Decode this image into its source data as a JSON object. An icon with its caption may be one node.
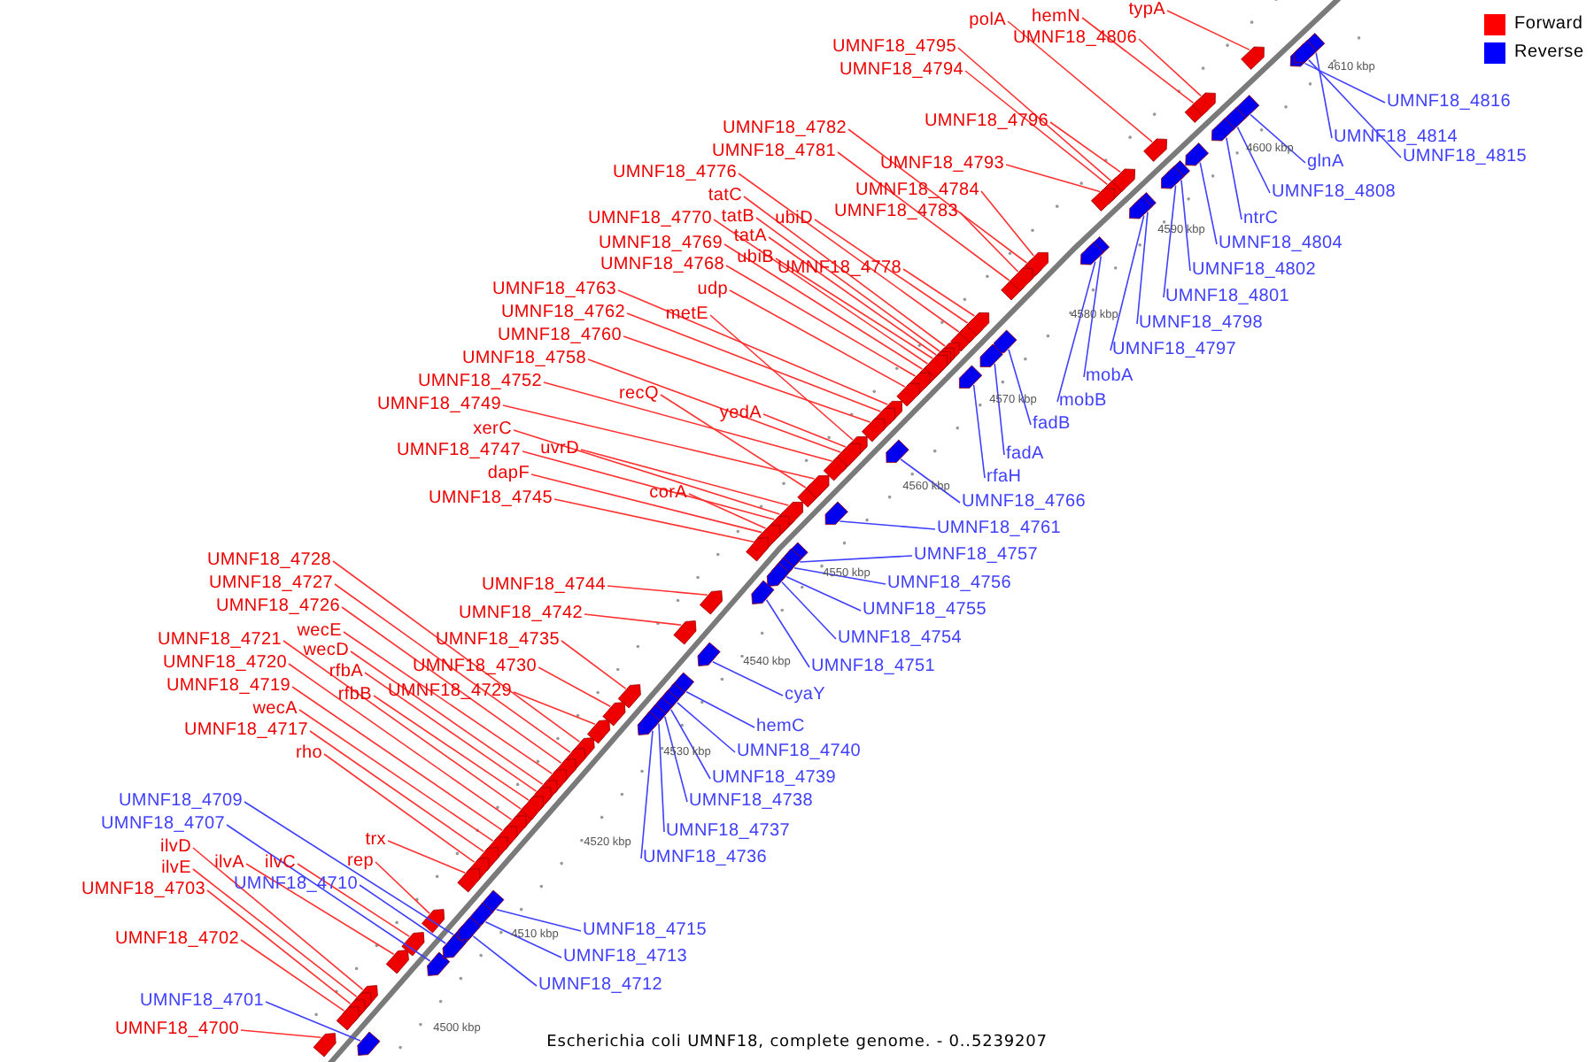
{
  "diagram": {
    "caption": "Escherichia coli UMNF18, complete genome. - 0..5239207",
    "nodes": [
      {
        "text": [
          "typA"
        ]
      },
      {
        "text": [
          "hemN"
        ]
      },
      {
        "text": [
          "polA"
        ]
      },
      {
        "text": [
          "UMNF18_4806"
        ]
      },
      {
        "text": [
          "UMNF18_4795"
        ]
      },
      {
        "text": [
          "UMNF18_4794"
        ]
      },
      {
        "text": [
          "UMNF18_4816"
        ]
      },
      {
        "text": [
          "UMNF18_4796"
        ]
      },
      {
        "text": [
          "UMNF18_4782"
        ]
      },
      {
        "text": [
          "UMNF18_4814"
        ]
      },
      {
        "text": [
          "UMNF18_4781"
        ]
      },
      {
        "text": [
          "UMNF18_4815"
        ]
      },
      {
        "text": [
          "glnA"
        ]
      },
      {
        "text": [
          "UMNF18_4793"
        ]
      },
      {
        "text": [
          "UMNF18_4776"
        ]
      },
      {
        "text": [
          "UMNF18_4784"
        ]
      },
      {
        "text": [
          "UMNF18_4808"
        ]
      },
      {
        "text": [
          "tatC"
        ]
      },
      {
        "text": [
          "UMNF18_4783"
        ]
      },
      {
        "text": [
          "tatB"
        ]
      },
      {
        "text": [
          "UMNF18_4770"
        ]
      },
      {
        "text": [
          "ubiD"
        ]
      },
      {
        "text": [
          "ntrC"
        ]
      },
      {
        "text": [
          "tatA"
        ]
      },
      {
        "text": [
          "UMNF18_4769"
        ]
      },
      {
        "text": [
          "UMNF18_4804"
        ]
      },
      {
        "text": [
          "ubiB"
        ]
      },
      {
        "text": [
          "UMNF18_4768"
        ]
      },
      {
        "text": [
          "UMNF18_4778"
        ]
      },
      {
        "text": [
          "UMNF18_4802"
        ]
      },
      {
        "text": [
          "UMNF18_4763"
        ]
      },
      {
        "text": [
          "udp"
        ]
      },
      {
        "text": [
          "UMNF18_4801"
        ]
      },
      {
        "text": [
          "UMNF18_4762"
        ]
      },
      {
        "text": [
          "metE"
        ]
      },
      {
        "text": [
          "UMNF18_4798"
        ]
      },
      {
        "text": [
          "UMNF18_4760"
        ]
      },
      {
        "text": [
          "UMNF18_4797"
        ]
      },
      {
        "text": [
          "UMNF18_4758"
        ]
      },
      {
        "text": [
          "mobA"
        ]
      },
      {
        "text": [
          "UMNF18_4752"
        ]
      },
      {
        "text": [
          "recQ"
        ]
      },
      {
        "text": [
          "mobB"
        ]
      },
      {
        "text": [
          "UMNF18_4749"
        ]
      },
      {
        "text": [
          "yedA"
        ]
      },
      {
        "text": [
          "fadB"
        ]
      },
      {
        "text": [
          "xerC"
        ]
      },
      {
        "text": [
          "uvrD"
        ]
      },
      {
        "text": [
          "UMNF18_4747"
        ]
      },
      {
        "text": [
          "fadA"
        ]
      },
      {
        "text": [
          "dapF"
        ]
      },
      {
        "text": [
          "rfaH"
        ]
      },
      {
        "text": [
          "corA"
        ]
      },
      {
        "text": [
          "UMNF18_4745"
        ]
      },
      {
        "text": [
          "UMNF18_4766"
        ]
      },
      {
        "text": [
          "UMNF18_4761"
        ]
      },
      {
        "text": [
          "UMNF18_4757"
        ]
      },
      {
        "text": [
          "UMNF18_4728"
        ]
      },
      {
        "text": [
          "UMNF18_4727"
        ]
      },
      {
        "text": [
          "UMNF18_4756"
        ]
      },
      {
        "text": [
          "UMNF18_4744"
        ]
      },
      {
        "text": [
          "UMNF18_4726"
        ]
      },
      {
        "text": [
          "UMNF18_4755"
        ]
      },
      {
        "text": [
          "UMNF18_4742"
        ]
      },
      {
        "text": [
          "wecE"
        ]
      },
      {
        "text": [
          "UMNF18_4754"
        ]
      },
      {
        "text": [
          "UMNF18_4721"
        ]
      },
      {
        "text": [
          "UMNF18_4735"
        ]
      },
      {
        "text": [
          "wecD"
        ]
      },
      {
        "text": [
          "UMNF18_4720"
        ]
      },
      {
        "text": [
          "UMNF18_4730"
        ]
      },
      {
        "text": [
          "UMNF18_4751"
        ]
      },
      {
        "text": [
          "rfbA"
        ]
      },
      {
        "text": [
          "UMNF18_4719"
        ]
      },
      {
        "text": [
          "UMNF18_4729"
        ]
      },
      {
        "text": [
          "rfbB"
        ]
      },
      {
        "text": [
          "cyaY"
        ]
      },
      {
        "text": [
          "wecA"
        ]
      },
      {
        "text": [
          "hemC"
        ]
      },
      {
        "text": [
          "UMNF18_4717"
        ]
      },
      {
        "text": [
          "UMNF18_4740"
        ]
      },
      {
        "text": [
          "rho"
        ]
      },
      {
        "text": [
          "UMNF18_4739"
        ]
      },
      {
        "text": [
          "UMNF18_4709"
        ]
      },
      {
        "text": [
          "UMNF18_4738"
        ]
      },
      {
        "text": [
          "UMNF18_4707"
        ]
      },
      {
        "text": [
          "UMNF18_4737"
        ]
      },
      {
        "text": [
          "trx"
        ]
      },
      {
        "text": [
          "ilvD"
        ]
      },
      {
        "text": [
          "UMNF18_4736"
        ]
      },
      {
        "text": [
          "rep"
        ]
      },
      {
        "text": [
          "ilvA"
        ]
      },
      {
        "text": [
          "ilvC"
        ]
      },
      {
        "text": [
          "ilvE"
        ]
      },
      {
        "text": [
          "UMNF18_4710"
        ]
      },
      {
        "text": [
          "UMNF18_4703"
        ]
      },
      {
        "text": [
          "UMNF18_4715"
        ]
      },
      {
        "text": [
          "UMNF18_4702"
        ]
      },
      {
        "text": [
          "UMNF18_4713"
        ]
      },
      {
        "text": [
          "UMNF18_4712"
        ]
      },
      {
        "text": [
          "UMNF18_4701"
        ]
      },
      {
        "text": [
          "UMNF18_4700"
        ]
      },
      {
        "text": [],
        "shape": "pentagon"
      },
      {
        "text": [],
        "shape": "pentagon"
      },
      {
        "text": [],
        "shape": "pentagon"
      },
      {
        "text": [],
        "shape": "pentagon"
      },
      {
        "text": [],
        "shape": "pentagon"
      },
      {
        "text": [],
        "shape": "pentagon"
      },
      {
        "text": [],
        "shape": "pentagon"
      },
      {
        "text": [],
        "shape": "pentagon"
      },
      {
        "text": [],
        "shape": "pentagon"
      },
      {
        "text": [],
        "shape": "pentagon"
      },
      {
        "text": [],
        "shape": "pentagon"
      },
      {
        "text": [],
        "shape": "pentagon"
      },
      {
        "text": [],
        "shape": "pentagon"
      },
      {
        "text": [],
        "shape": "pentagon"
      },
      {
        "text": [],
        "shape": "pentagon"
      },
      {
        "text": [],
        "shape": "pentagon"
      },
      {
        "text": [],
        "shape": "pentagon"
      },
      {
        "text": [],
        "shape": "pentagon"
      },
      {
        "text": [],
        "shape": "pentagon"
      },
      {
        "text": [],
        "shape": "pentagon"
      },
      {
        "text": [],
        "shape": "pentagon"
      },
      {
        "text": [],
        "shape": "pentagon"
      },
      {
        "text": [],
        "shape": "pentagon"
      },
      {
        "text": [],
        "shape": "pentagon"
      },
      {
        "text": [],
        "shape": "pentagon"
      },
      {
        "text": [],
        "shape": "pentagon"
      },
      {
        "text": [],
        "shape": "pentagon"
      },
      {
        "text": [],
        "shape": "pentagon"
      },
      {
        "text": [],
        "shape": "pentagon"
      },
      {
        "text": [],
        "shape": "pentagon"
      },
      {
        "text": [],
        "shape": "pentagon"
      },
      {
        "text": [],
        "shape": "pentagon"
      },
      {
        "text": [],
        "shape": "pentagon"
      },
      {
        "text": [],
        "shape": "pentagon"
      },
      {
        "text": [],
        "shape": "pentagon"
      },
      {
        "text": [],
        "shape": "pentagon"
      },
      {
        "text": [],
        "shape": "pentagon"
      },
      {
        "text": [],
        "shape": "pentagon"
      },
      {
        "text": [],
        "shape": "pentagon"
      },
      {
        "text": [],
        "shape": "pentagon"
      },
      {
        "text": [],
        "shape": "pentagon"
      },
      {
        "text": [],
        "shape": "pentagon"
      },
      {
        "text": [],
        "shape": "pentagon"
      },
      {
        "text": [],
        "shape": "pentagon"
      },
      {
        "text": [],
        "shape": "pentagon"
      },
      {
        "text": [],
        "shape": "pentagon"
      },
      {
        "text": [],
        "shape": "pentagon"
      },
      {
        "text": [],
        "shape": "pentagon"
      },
      {
        "text": [],
        "shape": "pentagon"
      },
      {
        "text": [],
        "shape": "pentagon"
      },
      {
        "text": [],
        "shape": "pentagon"
      },
      {
        "text": [],
        "shape": "pentagon"
      },
      {
        "text": [],
        "shape": "pentagon"
      },
      {
        "text": [],
        "shape": "pentagon"
      },
      {
        "text": [],
        "shape": "pentagon"
      },
      {
        "text": [],
        "shape": "pentagon"
      },
      {
        "text": [],
        "shape": "pentagon"
      },
      {
        "text": [],
        "shape": "pentagon"
      },
      {
        "text": [],
        "shape": "pentagon"
      },
      {
        "text": [],
        "shape": "pentagon"
      },
      {
        "text": [],
        "shape": "pentagon"
      },
      {
        "text": [],
        "shape": "pentagon"
      },
      {
        "text": [],
        "shape": "pentagon"
      },
      {
        "text": [],
        "shape": "pentagon"
      },
      {
        "text": [],
        "shape": "pentagon"
      },
      {
        "text": [],
        "shape": "pentagon"
      },
      {
        "text": [],
        "shape": "pentagon"
      },
      {
        "text": [],
        "shape": "pentagon"
      },
      {
        "text": [],
        "shape": "pentagon"
      },
      {
        "text": [],
        "shape": "pentagon"
      },
      {
        "text": [],
        "shape": "pentagon"
      },
      {
        "text": [],
        "shape": "pentagon"
      },
      {
        "text": [],
        "shape": "pentagon"
      },
      {
        "text": [],
        "shape": "pentagon"
      },
      {
        "text": [],
        "shape": "pentagon"
      },
      {
        "text": [],
        "shape": "pentagon"
      },
      {
        "text": [],
        "shape": "pentagon"
      },
      {
        "text": [],
        "shape": "pentagon"
      },
      {
        "text": [],
        "shape": "pentagon"
      },
      {
        "text": [],
        "shape": "pentagon"
      },
      {
        "text": [],
        "shape": "pentagon"
      },
      {
        "text": [],
        "shape": "pentagon"
      },
      {
        "text": [],
        "shape": "pentagon"
      },
      {
        "text": [],
        "shape": "pentagon"
      },
      {
        "text": [],
        "shape": "pentagon"
      },
      {
        "text": [],
        "shape": "pentagon"
      },
      {
        "text": [],
        "shape": "pentagon"
      },
      {
        "text": [],
        "shape": "pentagon"
      },
      {
        "text": [],
        "shape": "pentagon"
      },
      {
        "text": [],
        "shape": "pentagon"
      },
      {
        "text": [],
        "shape": "pentagon"
      },
      {
        "text": [],
        "shape": "pentagon"
      },
      {
        "text": [],
        "shape": "pentagon"
      },
      {
        "text": [],
        "shape": "pentagon"
      },
      {
        "text": [],
        "shape": "pentagon"
      },
      {
        "text": [],
        "shape": "pentagon"
      },
      {
        "text": [],
        "shape": "pentagon"
      },
      {
        "text": [],
        "shape": "pentagon"
      },
      {
        "text": [],
        "shape": "pentagon"
      },
      {
        "text": [],
        "shape": "pentagon"
      },
      {
        "text": [],
        "shape": "pentagon"
      },
      {
        "text": [],
        "shape": "pentagon"
      }
    ],
    "edges": [
      {
        "from": 0,
        "to": 102,
        "arrow": "none"
      },
      {
        "from": 1,
        "to": 103,
        "arrow": "none"
      },
      {
        "from": 2,
        "to": 104,
        "arrow": "none"
      },
      {
        "from": 3,
        "to": 105,
        "arrow": "none"
      },
      {
        "from": 4,
        "to": 106,
        "arrow": "none"
      },
      {
        "from": 5,
        "to": 107,
        "arrow": "none"
      },
      {
        "from": 6,
        "to": 108,
        "arrow": "none",
        "color": "#3f3fff"
      },
      {
        "from": 7,
        "to": 109,
        "arrow": "none"
      },
      {
        "from": 8,
        "to": 110,
        "arrow": "none"
      },
      {
        "from": 9,
        "to": 111,
        "arrow": "none",
        "color": "#3f3fff"
      },
      {
        "from": 10,
        "to": 112,
        "arrow": "none"
      },
      {
        "from": 11,
        "to": 113,
        "arrow": "none",
        "color": "#3f3fff"
      },
      {
        "from": 12,
        "to": 114,
        "arrow": "none",
        "color": "#3f3fff"
      },
      {
        "from": 13,
        "to": 115,
        "arrow": "none"
      },
      {
        "from": 14,
        "to": 116,
        "arrow": "none"
      },
      {
        "from": 15,
        "to": 117,
        "arrow": "none"
      },
      {
        "from": 16,
        "to": 118,
        "arrow": "none",
        "color": "#3f3fff"
      },
      {
        "from": 17,
        "to": 119,
        "arrow": "none"
      },
      {
        "from": 18,
        "to": 120,
        "arrow": "none"
      },
      {
        "from": 19,
        "to": 121,
        "arrow": "none"
      },
      {
        "from": 20,
        "to": 122,
        "arrow": "none"
      },
      {
        "from": 21,
        "to": 123,
        "arrow": "none"
      },
      {
        "from": 22,
        "to": 124,
        "arrow": "none",
        "color": "#3f3fff"
      },
      {
        "from": 23,
        "to": 125,
        "arrow": "none"
      },
      {
        "from": 24,
        "to": 126,
        "arrow": "none"
      },
      {
        "from": 25,
        "to": 127,
        "arrow": "none",
        "color": "#3f3fff"
      },
      {
        "from": 26,
        "to": 128,
        "arrow": "none"
      },
      {
        "from": 27,
        "to": 129,
        "arrow": "none"
      },
      {
        "from": 28,
        "to": 130,
        "arrow": "none"
      },
      {
        "from": 29,
        "to": 131,
        "arrow": "none",
        "color": "#3f3fff"
      },
      {
        "from": 30,
        "to": 132,
        "arrow": "none"
      },
      {
        "from": 31,
        "to": 133,
        "arrow": "none"
      },
      {
        "from": 32,
        "to": 134,
        "arrow": "none",
        "color": "#3f3fff"
      },
      {
        "from": 33,
        "to": 135,
        "arrow": "none"
      },
      {
        "from": 34,
        "to": 136,
        "arrow": "none"
      },
      {
        "from": 35,
        "to": 137,
        "arrow": "none",
        "color": "#3f3fff"
      },
      {
        "from": 36,
        "to": 138,
        "arrow": "none"
      },
      {
        "from": 37,
        "to": 139,
        "arrow": "none",
        "color": "#3f3fff"
      },
      {
        "from": 38,
        "to": 140,
        "arrow": "none"
      },
      {
        "from": 39,
        "to": 141,
        "arrow": "none",
        "color": "#3f3fff"
      },
      {
        "from": 40,
        "to": 142,
        "arrow": "none"
      },
      {
        "from": 41,
        "to": 143,
        "arrow": "none"
      },
      {
        "from": 42,
        "to": 144,
        "arrow": "none",
        "color": "#3f3fff"
      },
      {
        "from": 43,
        "to": 145,
        "arrow": "none"
      },
      {
        "from": 44,
        "to": 146,
        "arrow": "none"
      },
      {
        "from": 45,
        "to": 147,
        "arrow": "none",
        "color": "#3f3fff"
      },
      {
        "from": 46,
        "to": 148,
        "arrow": "none"
      },
      {
        "from": 47,
        "to": 149,
        "arrow": "none"
      },
      {
        "from": 48,
        "to": 150,
        "arrow": "none"
      },
      {
        "from": 49,
        "to": 151,
        "arrow": "none",
        "color": "#3f3fff"
      },
      {
        "from": 50,
        "to": 152,
        "arrow": "none"
      },
      {
        "from": 51,
        "to": 153,
        "arrow": "none",
        "color": "#3f3fff"
      },
      {
        "from": 52,
        "to": 154,
        "arrow": "none"
      },
      {
        "from": 53,
        "to": 155,
        "arrow": "none"
      },
      {
        "from": 54,
        "to": 156,
        "arrow": "none",
        "color": "#3f3fff"
      },
      {
        "from": 55,
        "to": 157,
        "arrow": "none",
        "color": "#3f3fff"
      },
      {
        "from": 56,
        "to": 158,
        "arrow": "none",
        "color": "#3f3fff"
      },
      {
        "from": 57,
        "to": 159,
        "arrow": "none"
      },
      {
        "from": 58,
        "to": 160,
        "arrow": "none"
      },
      {
        "from": 59,
        "to": 161,
        "arrow": "none",
        "color": "#3f3fff"
      },
      {
        "from": 60,
        "to": 162,
        "arrow": "none"
      },
      {
        "from": 61,
        "to": 163,
        "arrow": "none"
      },
      {
        "from": 62,
        "to": 164,
        "arrow": "none",
        "color": "#3f3fff"
      },
      {
        "from": 63,
        "to": 165,
        "arrow": "none"
      },
      {
        "from": 64,
        "to": 166,
        "arrow": "none"
      },
      {
        "from": 65,
        "to": 167,
        "arrow": "none",
        "color": "#3f3fff"
      },
      {
        "from": 66,
        "to": 168,
        "arrow": "none"
      },
      {
        "from": 67,
        "to": 169,
        "arrow": "none"
      },
      {
        "from": 68,
        "to": 170,
        "arrow": "none"
      },
      {
        "from": 69,
        "to": 171,
        "arrow": "none"
      },
      {
        "from": 70,
        "to": 172,
        "arrow": "none"
      },
      {
        "from": 71,
        "to": 173,
        "arrow": "none",
        "color": "#3f3fff"
      },
      {
        "from": 72,
        "to": 174,
        "arrow": "none"
      },
      {
        "from": 73,
        "to": 175,
        "arrow": "none"
      },
      {
        "from": 74,
        "to": 176,
        "arrow": "none"
      },
      {
        "from": 75,
        "to": 177,
        "arrow": "none"
      },
      {
        "from": 76,
        "to": 178,
        "arrow": "none",
        "color": "#3f3fff"
      },
      {
        "from": 77,
        "to": 179,
        "arrow": "none"
      },
      {
        "from": 78,
        "to": 180,
        "arrow": "none",
        "color": "#3f3fff"
      },
      {
        "from": 79,
        "to": 181,
        "arrow": "none"
      },
      {
        "from": 80,
        "to": 182,
        "arrow": "none",
        "color": "#3f3fff"
      },
      {
        "from": 81,
        "to": 183,
        "arrow": "none"
      },
      {
        "from": 82,
        "to": 184,
        "arrow": "none",
        "color": "#3f3fff"
      },
      {
        "from": 83,
        "to": 185,
        "arrow": "none",
        "color": "#3f3fff"
      },
      {
        "from": 84,
        "to": 186,
        "arrow": "none",
        "color": "#3f3fff"
      },
      {
        "from": 85,
        "to": 187,
        "arrow": "none",
        "color": "#3f3fff"
      },
      {
        "from": 86,
        "to": 188,
        "arrow": "none",
        "color": "#3f3fff"
      },
      {
        "from": 87,
        "to": 189,
        "arrow": "none"
      },
      {
        "from": 88,
        "to": 190,
        "arrow": "none"
      },
      {
        "from": 89,
        "to": 191,
        "arrow": "none",
        "color": "#3f3fff"
      },
      {
        "from": 90,
        "to": 192,
        "arrow": "none"
      },
      {
        "from": 91,
        "to": 193,
        "arrow": "none"
      },
      {
        "from": 92,
        "to": 194,
        "arrow": "none"
      },
      {
        "from": 93,
        "to": 195,
        "arrow": "none"
      },
      {
        "from": 94,
        "to": 196,
        "arrow": "none",
        "color": "#3f3fff"
      },
      {
        "from": 95,
        "to": 197,
        "arrow": "none"
      },
      {
        "from": 96,
        "to": 198,
        "arrow": "none",
        "color": "#3f3fff"
      },
      {
        "from": 97,
        "to": 199,
        "arrow": "none"
      },
      {
        "from": 98,
        "to": 200,
        "arrow": "none",
        "color": "#3f3fff"
      },
      {
        "from": 99,
        "to": 201,
        "arrow": "none",
        "color": "#3f3fff"
      },
      {
        "from": 100,
        "to": 202,
        "arrow": "none",
        "color": "#3f3fff"
      },
      {
        "from": 101,
        "to": 203,
        "arrow": "none"
      }
    ],
    "labels": [
      "4610 kbp",
      "4600 kbp",
      "4590 kbp",
      "4580 kbp",
      "4570 kbp",
      "4560 kbp",
      "4550 kbp",
      "4540 kbp",
      "4530 kbp",
      "4520 kbp",
      "4510 kbp",
      "4500 kbp"
    ],
    "legend": [
      {
        "text": "Forward",
        "color": "#ff0000"
      },
      {
        "text": "Reverse",
        "color": "#0000ff"
      }
    ]
  }
}
